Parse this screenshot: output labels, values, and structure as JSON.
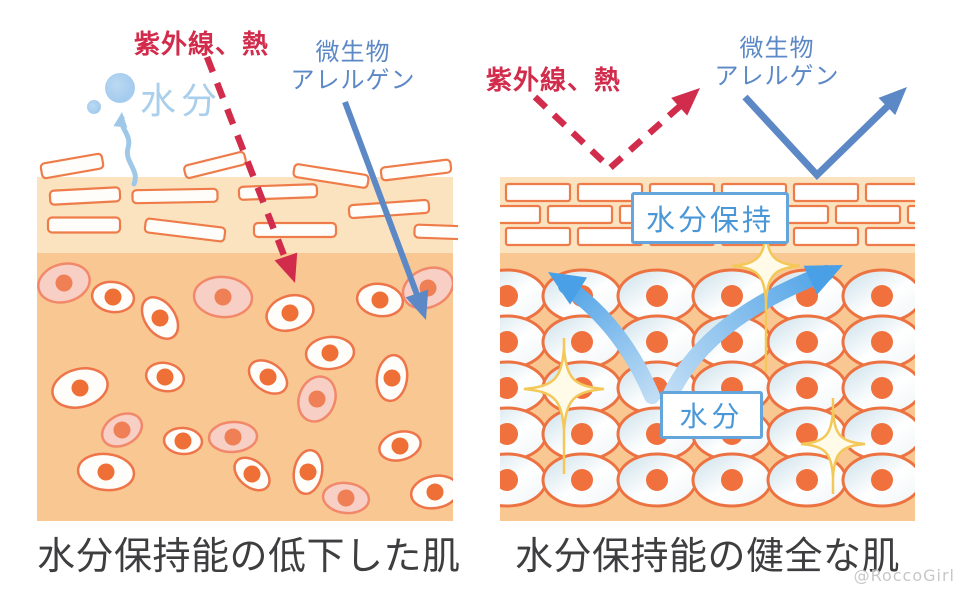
{
  "left_panel": {
    "uv_heat_label": "紫外線、熱",
    "microbe_label": [
      "微生物",
      "アレルゲン"
    ],
    "moisture_label": "水分",
    "caption": "水分保持能の低下した肌"
  },
  "right_panel": {
    "uv_heat_label": "紫外線、熱",
    "microbe_label": [
      "微生物",
      "アレルゲン"
    ],
    "moisture_retention_label": "水分保持",
    "moisture_label": "水分",
    "caption": "水分保持能の健全な肌"
  },
  "watermark": "@RoccoGirl",
  "colors": {
    "uv_red": "#d22c4c",
    "microbe_blue": "#5c88c6",
    "pale_blue": "#a9cfec",
    "box_blue": "#4a97d8",
    "box_border_blue": "#64a6dc",
    "skin_upper": "#fce3c0",
    "skin_lower": "#f9c892",
    "cell_outline": "#ee744a",
    "caption_gray": "#3e3e40",
    "watermark_gray": "#c7c7c7",
    "sparkle_yellow": "#f3c859"
  }
}
